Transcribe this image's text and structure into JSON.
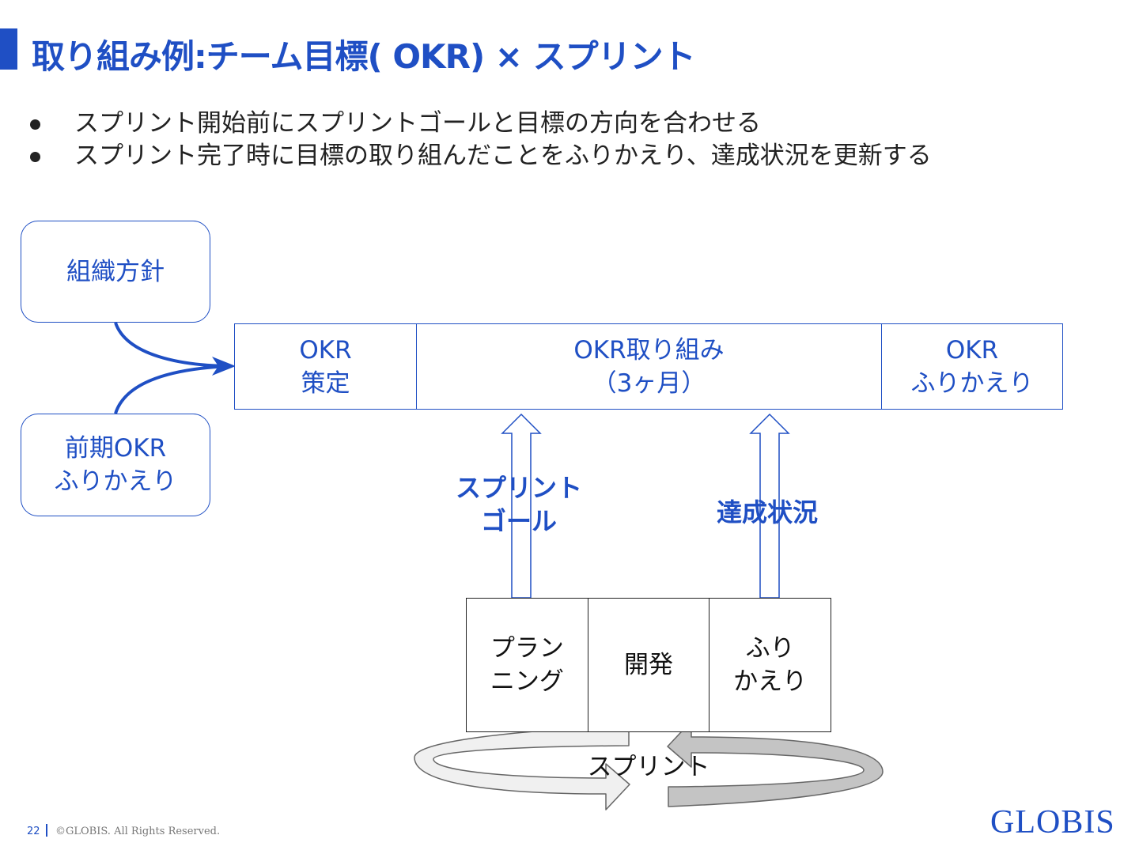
{
  "slide": {
    "title": "取り組み例:チーム目標( OKR) × スプリント",
    "bullets": [
      "スプリント開始前にスプリントゴールと目標の方向を合わせる",
      "スプリント完了時に目標の取り組んだことをふりかえり、達成状況を更新する"
    ]
  },
  "diagram": {
    "inputs": {
      "org_policy": "組織方針",
      "prev_okr": [
        "前期OKR",
        "ふりかえり"
      ]
    },
    "okr_phases": [
      {
        "line1": "OKR",
        "line2": "策定"
      },
      {
        "line1": "OKR取り組み",
        "line2": "（3ヶ月）"
      },
      {
        "line1": "OKR",
        "line2": "ふりかえり"
      }
    ],
    "arrow_labels": {
      "sprint_goal": [
        "スプリント",
        "ゴール"
      ],
      "progress": "達成状況"
    },
    "sprint_steps": [
      {
        "line1": "プラン",
        "line2": "ニング"
      },
      {
        "line1": "開発",
        "line2": ""
      },
      {
        "line1": "ふり",
        "line2": "かえり"
      }
    ],
    "cycle_label": "スプリント"
  },
  "footer": {
    "page_number": "22",
    "copyright": "©GLOBIS. All Rights Reserved.",
    "logo": "GLOBIS"
  },
  "colors": {
    "accent": "#1f4fc4",
    "text": "#222222",
    "cycle_light": "#f0f0f0",
    "cycle_dark": "#c4c4c4",
    "cycle_stroke": "#666666"
  }
}
